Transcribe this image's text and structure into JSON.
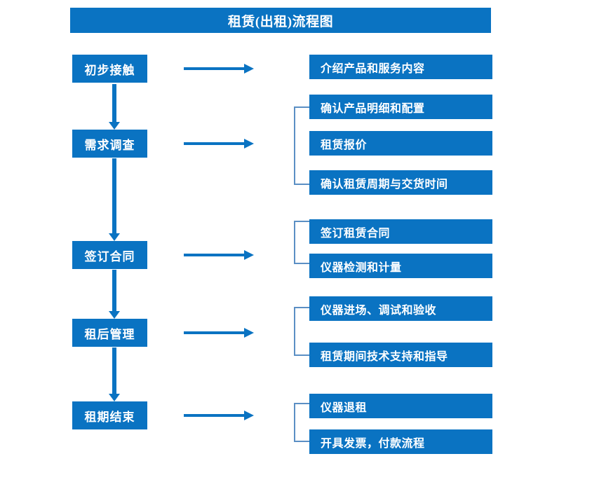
{
  "title": "租赁(出租)流程图",
  "colors": {
    "primary_blue": "#0A73C2",
    "bracket_blue": "#5B8FC4",
    "box_text": "#FFFFFF",
    "background": "#FFFFFF"
  },
  "stages": [
    {
      "label": "初步接触"
    },
    {
      "label": "需求调查"
    },
    {
      "label": "签订合同"
    },
    {
      "label": "租后管理"
    },
    {
      "label": "租期结束"
    }
  ],
  "details": [
    {
      "label": "介绍产品和服务内容"
    },
    {
      "label": "确认产品明细和配置"
    },
    {
      "label": "租赁报价"
    },
    {
      "label": "确认租赁周期与交货时间"
    },
    {
      "label": "签订租赁合同"
    },
    {
      "label": "仪器检测和计量"
    },
    {
      "label": "仪器进场、调试和验收"
    },
    {
      "label": "租赁期间技术支持和指导"
    },
    {
      "label": "仪器退租"
    },
    {
      "label": "开具发票，付款流程"
    }
  ],
  "connectors": {
    "horizontal_arrow_count": 5,
    "vertical_arrow_count": 4,
    "bracket_count": 4
  }
}
